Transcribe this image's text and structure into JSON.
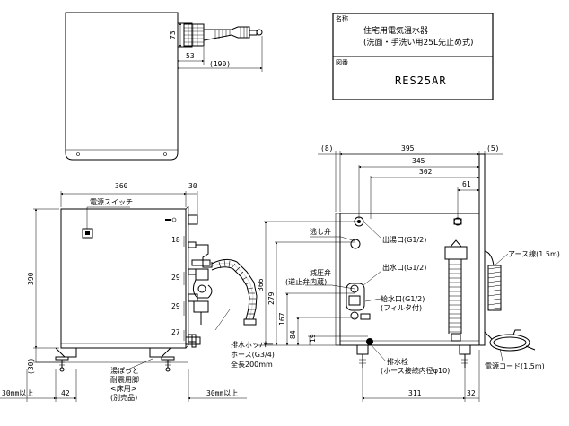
{
  "title_block": {
    "name_label": "名称",
    "name_line1": "住宅用電気温水器",
    "name_line2": "(洗面・手洗い用25L先止め式)",
    "drawing_label": "図番",
    "drawing_number": "RES25AR"
  },
  "top_view": {
    "dim_73": "73",
    "dim_53": "53",
    "dim_190": "(190)"
  },
  "front_view": {
    "dim_360": "360",
    "dim_30": "30",
    "dim_390": "390",
    "dim_30_bottom": "(30)",
    "dim_18": "18",
    "dim_29a": "29",
    "dim_29b": "29",
    "dim_27": "27",
    "dim_30_left": "30mm以上",
    "dim_42": "42",
    "dim_30_right": "30mm以上",
    "power_switch": "電源スイッチ",
    "foot_label_1": "湯ぽっと",
    "foot_label_2": "耐震用脚",
    "foot_label_3": "<床用>",
    "foot_label_4": "(別売品)",
    "hopper_1": "排水ホッパー",
    "hopper_2": "ホース(G3/4)",
    "hopper_3": "全長200mm"
  },
  "side_view": {
    "dim_8": "(8)",
    "dim_395": "395",
    "dim_5": "(5)",
    "dim_345": "345",
    "dim_302": "302",
    "dim_61": "61",
    "dim_366": "366",
    "dim_279": "279",
    "dim_167": "167",
    "dim_84": "84",
    "dim_19": "19",
    "dim_311": "311",
    "dim_32": "32",
    "relief_valve": "逃し弁",
    "hot_outlet": "出湯口(G1/2)",
    "pressure_valve_1": "減圧弁",
    "pressure_valve_2": "(逆止弁内蔵)",
    "water_outlet": "出水口(G1/2)",
    "water_inlet_1": "給水口(G1/2)",
    "water_inlet_2": "(フィルタ付)",
    "drain_plug_1": "排水栓",
    "drain_plug_2": "(ホース接続内径φ10)",
    "ground_wire": "アース線(1.5m)",
    "power_cord": "電源コード(1.5m)"
  }
}
